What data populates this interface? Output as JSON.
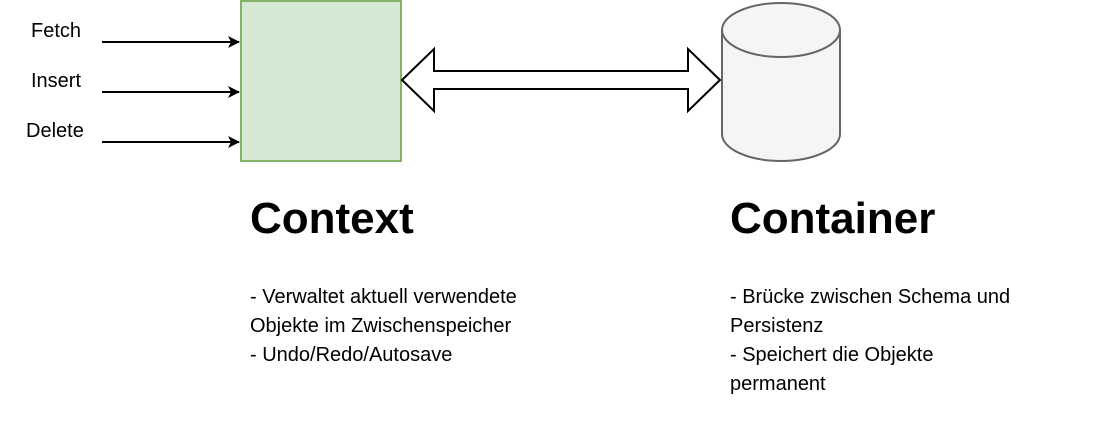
{
  "operations": [
    {
      "label": "Fetch"
    },
    {
      "label": "Insert"
    },
    {
      "label": "Delete"
    }
  ],
  "context": {
    "title": "Context",
    "description": [
      "- Verwaltet aktuell verwendete",
      "Objekte im Zwischenspeicher",
      "- Undo/Redo/Autosave"
    ],
    "fill_color": "#d5e8d4",
    "stroke_color": "#82b366"
  },
  "container": {
    "title": "Container",
    "description": [
      "- Brücke zwischen Schema und",
      "Persistenz",
      "- Speichert die Objekte",
      "permanent"
    ],
    "fill_color": "#f5f5f5",
    "stroke_color": "#666666"
  },
  "connector": {
    "type": "bidirectional-block-arrow",
    "from": "context",
    "to": "container"
  }
}
